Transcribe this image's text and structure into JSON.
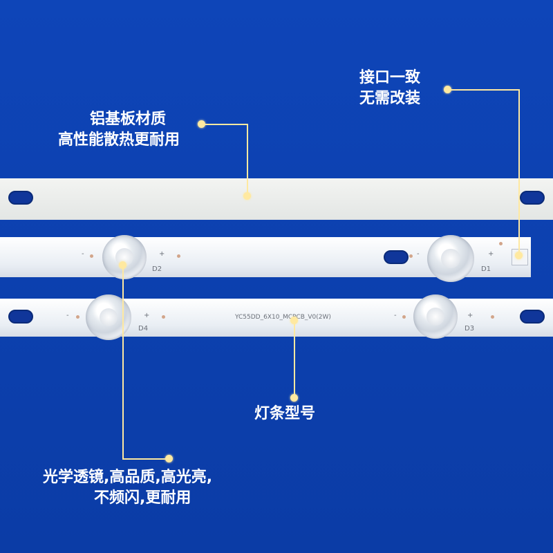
{
  "callouts": {
    "interface": [
      "接口一致",
      "无需改装"
    ],
    "material": [
      "铝基板材质",
      "高性能散热更耐用"
    ],
    "model_label": "灯条型号",
    "lens": [
      "光学透镜,高品质,高光亮,",
      "不频闪,更耐用"
    ]
  },
  "board_markings": {
    "d1": "D1",
    "d2": "D2",
    "d3": "D3",
    "d4": "D4",
    "model_code": "YC55DD_6X10_MCPCB_V0(2W)",
    "minus": "-",
    "plus": "+"
  },
  "colors": {
    "background": "#0d3fae",
    "callout_dot": "#ffe9a0"
  }
}
